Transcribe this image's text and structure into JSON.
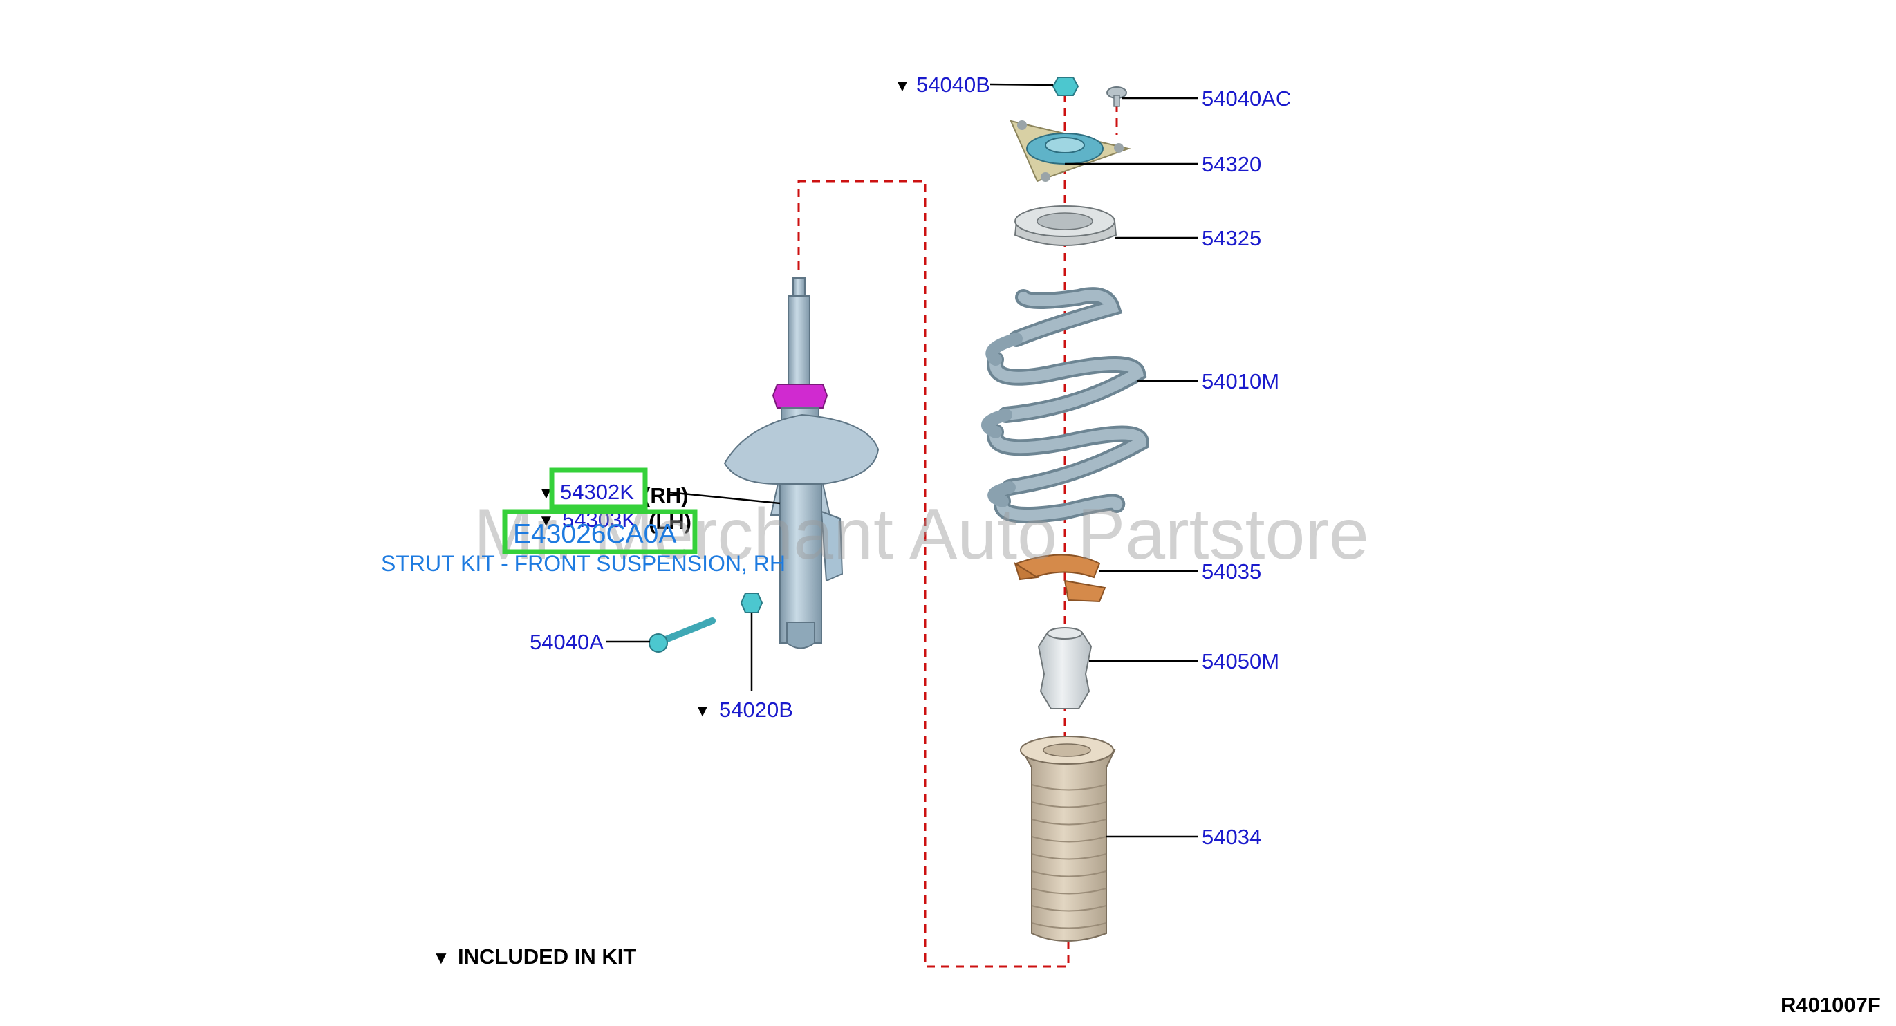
{
  "watermark": "Mr. Merchant Auto Partstore",
  "strut": {
    "part_rh": "54302K",
    "rh_suffix": "(RH)",
    "part_lh": "54303K",
    "lh_suffix": "(LH)",
    "kit_part_number": "E43026CA0A",
    "kit_description": "STRUT KIT - FRONT SUSPENSION, RH"
  },
  "callouts": {
    "p54040B": "54040B",
    "p54040AC": "54040AC",
    "p54320": "54320",
    "p54325": "54325",
    "p54010M": "54010M",
    "p54035": "54035",
    "p54050M": "54050M",
    "p54034": "54034",
    "p54040A": "54040A",
    "p54020B": "54020B"
  },
  "legend": {
    "marker": "▼",
    "text": "INCLUDED IN KIT"
  },
  "diagram_code": "R401007F",
  "colors": {
    "callout_text": "#1a1acc",
    "link_text": "#1e7be0",
    "highlight_box": "#35d13a",
    "dashed_line": "#cc1111",
    "strut_body": "#a8c2d4",
    "spring": "#9fb4c0",
    "isolator": "#d58a4a",
    "boot": "#d2c4ae",
    "upper_mount": "#d8d0a4",
    "lock_nut": "#d02ad0",
    "fastener": "#4cc7cf"
  }
}
